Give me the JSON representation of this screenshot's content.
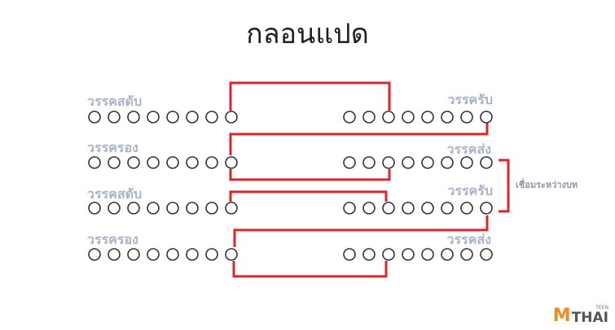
{
  "title": "กลอนแปด",
  "wak_labels": {
    "row1_left": "วรรคสดับ",
    "row1_right": "วรรครับ",
    "row2_left": "วรรครอง",
    "row2_right": "วรรคส่ง",
    "row3_left": "วรรคสดับ",
    "row3_right": "วรรครับ",
    "row4_left": "วรรครอง",
    "row4_right": "วรรคส่ง"
  },
  "bridge_label": "เชื่อมระหว่างบท",
  "syllables_per_wak": 8,
  "colors": {
    "rhyme_link": "#d9262b",
    "label": "#a9b3c7",
    "syllable_outline": "#333333"
  },
  "logo": {
    "m": "M",
    "teen": "TEEN",
    "thai": "THAI"
  }
}
